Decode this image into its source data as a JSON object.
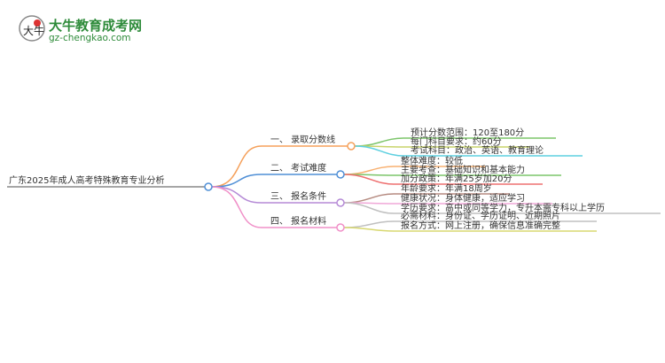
{
  "logo": {
    "brand": "大牛教育成考网",
    "url": "gz-chengkao.com",
    "mark": "大牛"
  },
  "root": "广东2025年成人高考特殊教育专业分析",
  "branches": [
    {
      "label": "一、 录取分数线",
      "color": "#f5a05a",
      "leaves": [
        {
          "text": "预计分数范围：120至180分",
          "color": "#7cc56a"
        },
        {
          "text": "每门科目要求：约60分",
          "color": "#c8d46a"
        },
        {
          "text": "考试科目：政治、英语、教育理论",
          "color": "#5fd0e0"
        }
      ]
    },
    {
      "label": "二、 考试难度",
      "color": "#4f8fd6",
      "leaves": [
        {
          "text": "整体难度：较低",
          "color": "#f8b070"
        },
        {
          "text": "主要考查：基础知识和基本能力",
          "color": "#7cc56a"
        },
        {
          "text": "加分政策：年满25岁加20分",
          "color": "#ee7070"
        }
      ]
    },
    {
      "label": "三、 报名条件",
      "color": "#b58ad6",
      "leaves": [
        {
          "text": "年龄要求：年满18周岁",
          "color": "#b58a80"
        },
        {
          "text": "健康状况：身体健康，适应学习",
          "color": "#f0a8d8"
        },
        {
          "text": "学历要求：高中或同等学力，专升本需专科以上学历",
          "color": "#c0c0c0"
        }
      ]
    },
    {
      "label": "四、 报名材料",
      "color": "#f090c8",
      "leaves": [
        {
          "text": "必需材料：身份证、学历证明、近期照片",
          "color": "#c0c0c0"
        },
        {
          "text": "报名方式：网上注册，确保信息准确完整",
          "color": "#d8d870"
        }
      ]
    }
  ]
}
